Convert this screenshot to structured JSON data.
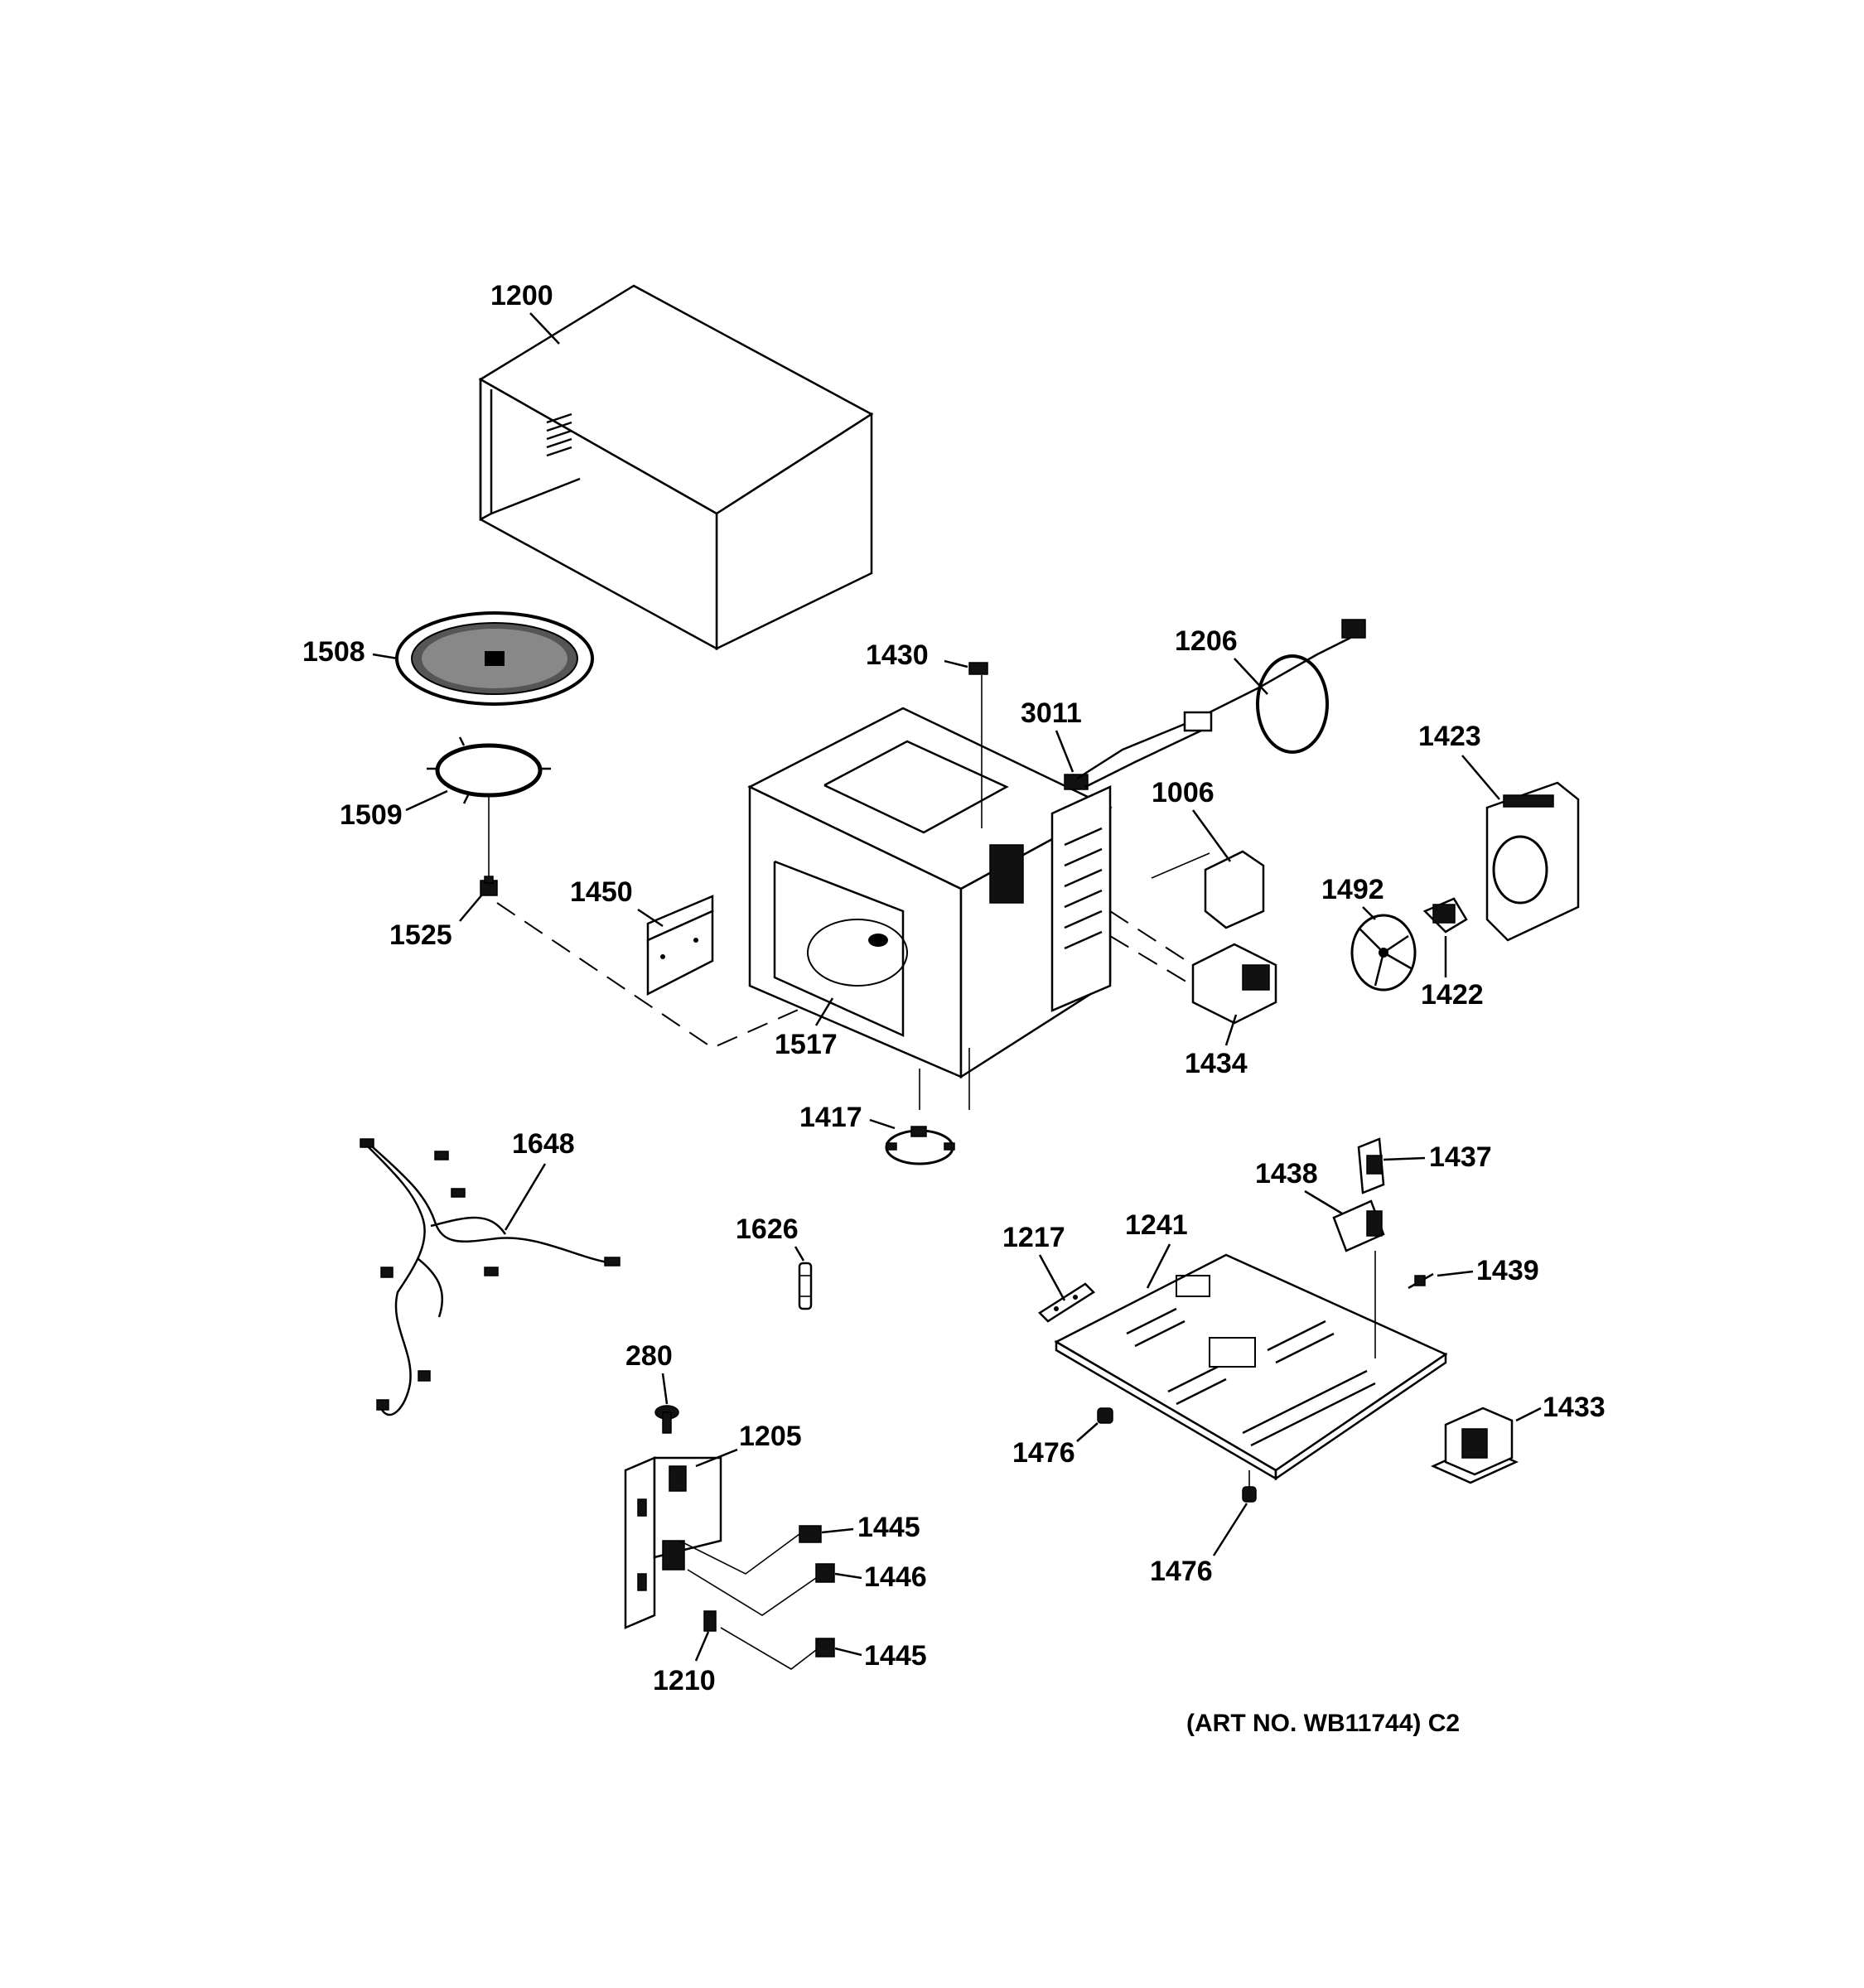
{
  "labels": {
    "outer_case": "1200",
    "glass_tray": "1508",
    "roller_ring": "1509",
    "coupler": "1525",
    "switch_1430": "1430",
    "part_3011": "3011",
    "power_cord": "1206",
    "bracket_1006": "1006",
    "fan_duct": "1423",
    "fan_blade": "1492",
    "fan_motor": "1422",
    "magnetron": "1434",
    "cover_1450": "1450",
    "cavity": "1517",
    "turntable_motor": "1417",
    "harness": "1648",
    "fuse": "1626",
    "screw_280": "280",
    "latch_board": "1205",
    "switch_1445_top": "1445",
    "switch_1446": "1446",
    "switch_1445_bottom": "1445",
    "lever_1210": "1210",
    "bracket_1217": "1217",
    "base_plate": "1241",
    "capacitor": "1438",
    "bracket_1437": "1437",
    "diode": "1439",
    "foot_left": "1476",
    "foot_bottom": "1476",
    "transformer": "1433"
  },
  "footer": {
    "art_number": "(ART NO. WB11744) C2"
  }
}
